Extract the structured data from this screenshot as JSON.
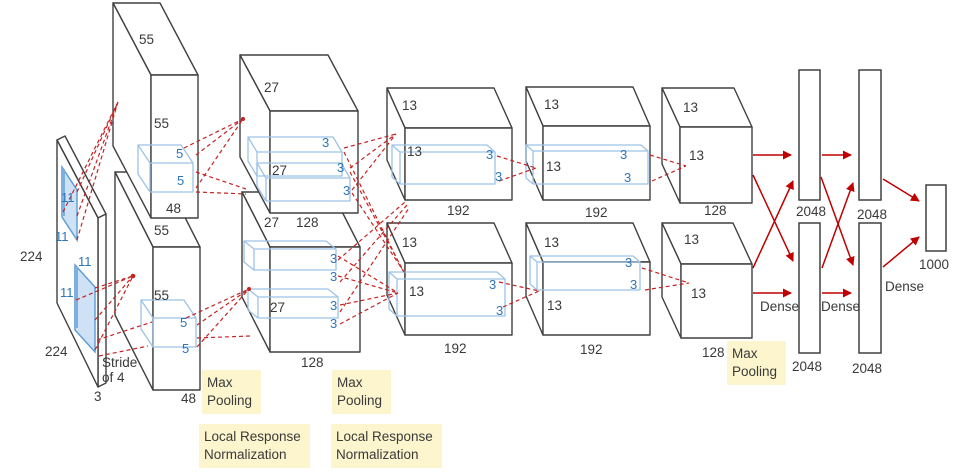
{
  "network": {
    "input": {
      "size": "224",
      "size_bottom": "224",
      "channels": "3",
      "stride_note": "Stride\nof 4",
      "kernel": "11"
    },
    "conv1": {
      "size": "55",
      "channels": "48",
      "kernel": "5"
    },
    "conv2": {
      "size": "27",
      "channels": "128",
      "kernel": "3"
    },
    "conv3": {
      "size": "13",
      "channels": "192",
      "kernel": "3"
    },
    "conv4": {
      "size": "13",
      "channels": "192",
      "kernel": "3"
    },
    "conv5": {
      "size": "13",
      "channels": "128"
    },
    "fc6": {
      "units": "2048"
    },
    "fc7": {
      "units": "2048"
    },
    "fc8": {
      "units": "1000"
    },
    "dense_label": "Dense",
    "annotations": {
      "max_pooling": "Max\nPooling",
      "local_response_norm": "Local Response\nNormalization"
    }
  },
  "colors": {
    "box_outline": "#404040",
    "kernel_outline": "#9dc3e6",
    "kernel_text": "#2e75b6",
    "connector_red": "#c00000",
    "note_bg": "#fcf5cd",
    "text": "#3a3a3a",
    "canvas_bg": "#ffffff"
  }
}
